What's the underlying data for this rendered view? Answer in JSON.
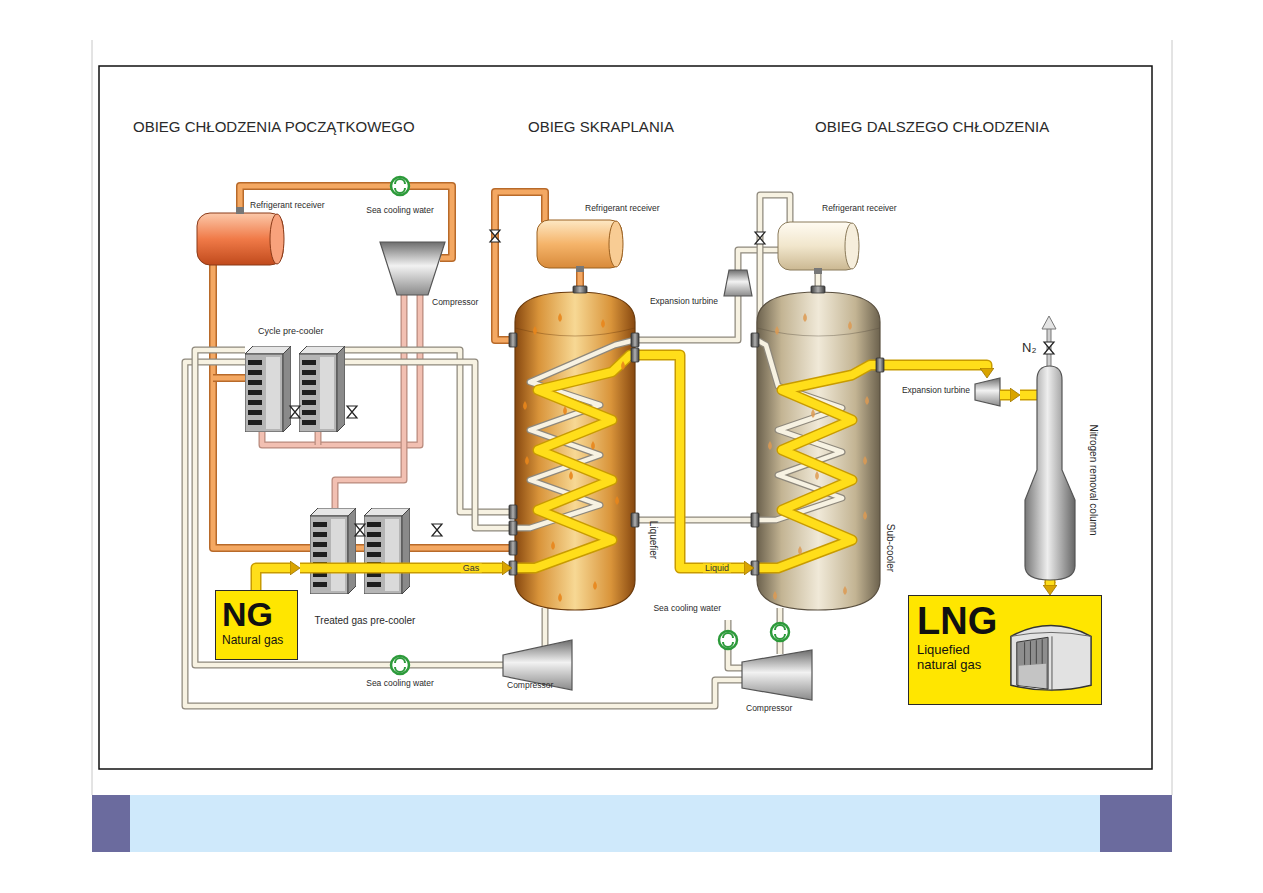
{
  "diagram": {
    "nodes": [
      {
        "text": [
          "NG",
          "Natural gas"
        ]
      },
      {
        "text": [
          "Treated gas pre-cooler"
        ]
      },
      {
        "text": [
          "Liquefier"
        ]
      },
      {
        "text": [
          "Sub-cooler"
        ]
      },
      {
        "text": [
          "Expansion turbine"
        ]
      },
      {
        "text": [
          "Nitrogen removal column"
        ]
      },
      {
        "text": [
          "LNG",
          "Liquefied natural gas"
        ]
      }
    ],
    "edges": [
      {
        "from": 0,
        "to": 1,
        "arrow": "to"
      },
      {
        "from": 1,
        "to": 2,
        "label": "Gas",
        "arrow": "to"
      },
      {
        "from": 2,
        "to": 3,
        "label": "Liquid",
        "arrow": "to"
      },
      {
        "from": 3,
        "to": 4,
        "arrow": "to"
      },
      {
        "from": 4,
        "to": 5,
        "arrow": "to"
      },
      {
        "from": 5,
        "to": 6,
        "arrow": "to"
      }
    ],
    "labels": [
      "OBIEG CHŁODZENIA POCZĄTKOWEGO",
      "OBIEG SKRAPLANIA",
      "OBIEG DALSZEGO CHŁODZENIA",
      "Refrigerant receiver",
      "Sea cooling water",
      "Compressor",
      "Cycle pre-cooler",
      "Refrigerant receiver",
      "Expansion turbine",
      "Refrigerant receiver",
      "N₂",
      "Sea cooling water",
      "Compressor",
      "Sea cooling water",
      "Compressor"
    ]
  }
}
